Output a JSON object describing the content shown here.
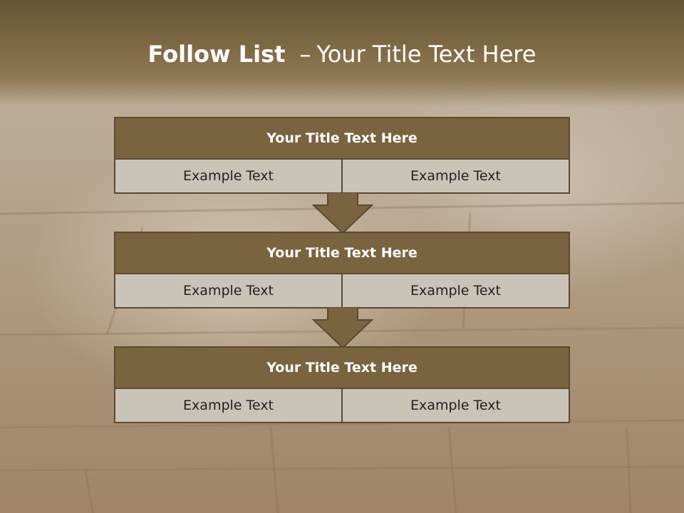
{
  "slide": {
    "title_bold": "Follow List",
    "title_separator": "–",
    "title_rest": "Your Title Text Here"
  },
  "steps": [
    {
      "title": "Your Title Text Here",
      "left": "Example Text",
      "right": "Example Text"
    },
    {
      "title": "Your Title Text Here",
      "left": "Example Text",
      "right": "Example Text"
    },
    {
      "title": "Your Title Text Here",
      "left": "Example Text",
      "right": "Example Text"
    }
  ],
  "colors": {
    "header_fill": "#7a6440",
    "cell_fill": "#c9c3b8",
    "border": "#5a4a30",
    "title_text": "#ffffff"
  }
}
